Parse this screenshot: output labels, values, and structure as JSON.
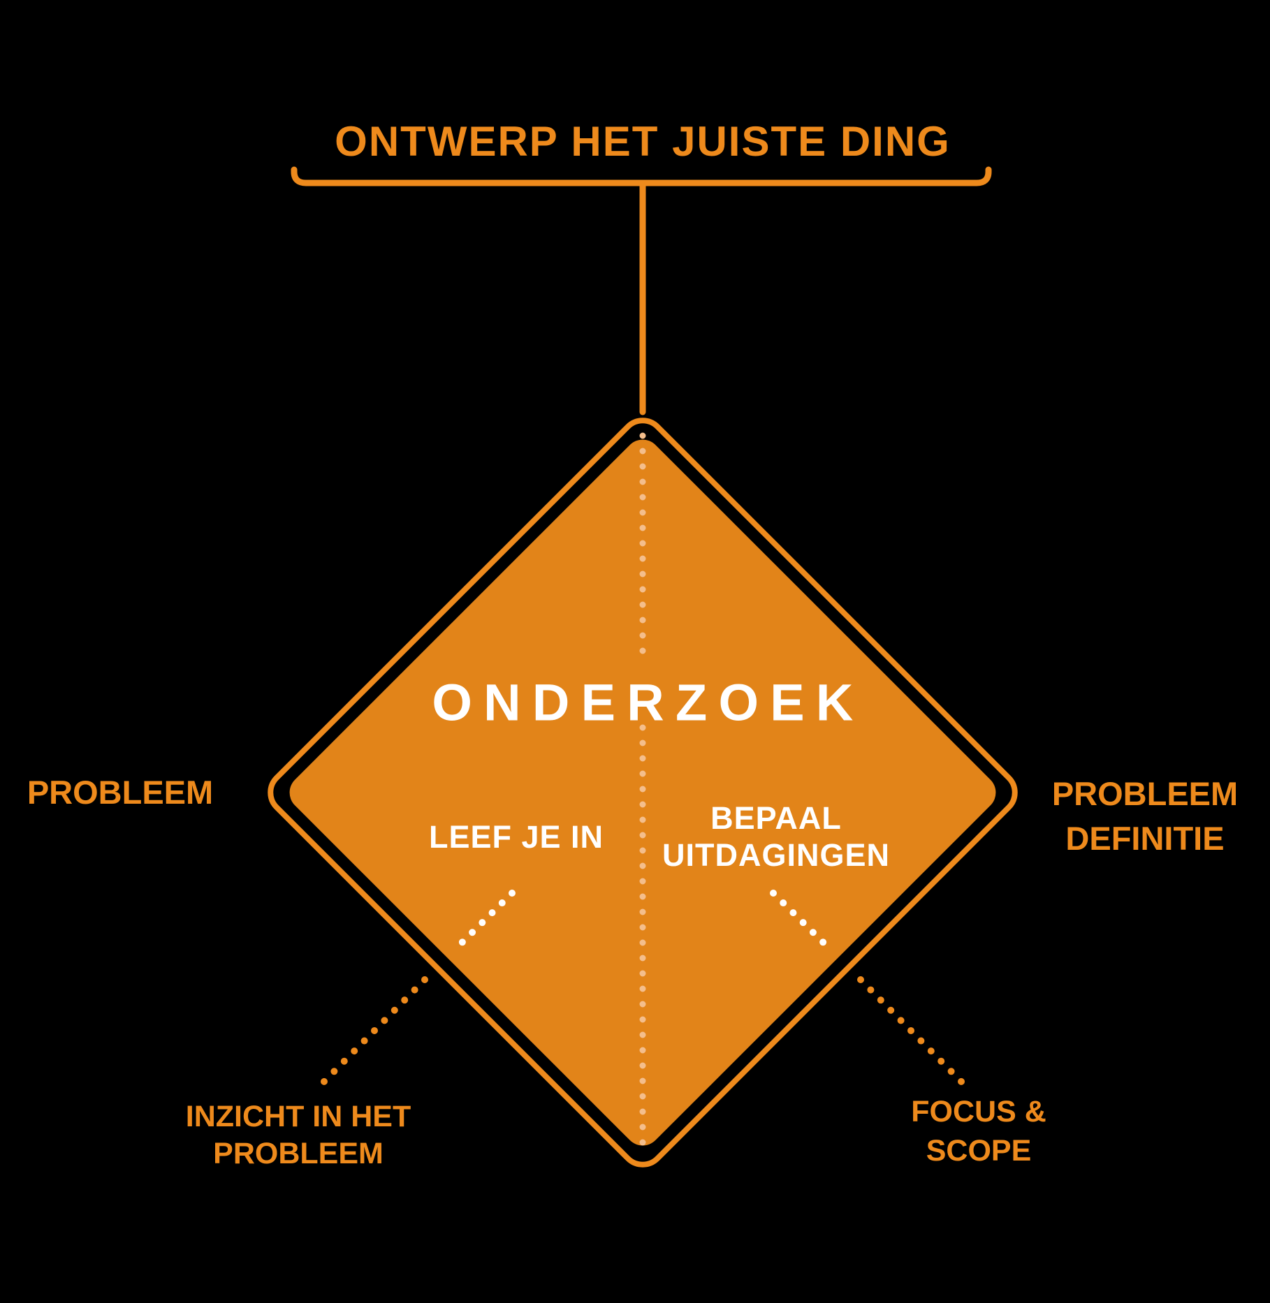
{
  "colors": {
    "background": "#000000",
    "orange": "#EE8A1C",
    "orange_fill": "#E28419",
    "dot_light": "#F4BE8C",
    "white": "#FFFFFF"
  },
  "header": {
    "title": "ONTWERP HET JUISTE DING"
  },
  "diamond": {
    "title": "ONDERZOEK",
    "left_activity": "LEEF JE IN",
    "right_activity_line1": "BEPAAL",
    "right_activity_line2": "UITDAGINGEN"
  },
  "labels": {
    "left": "PROBLEEM",
    "right_line1": "PROBLEEM",
    "right_line2": "DEFINITIE",
    "bottom_left_line1": "INZICHT IN HET",
    "bottom_left_line2": "PROBLEEM",
    "bottom_right_line1": "FOCUS &",
    "bottom_right_line2": "SCOPE"
  }
}
